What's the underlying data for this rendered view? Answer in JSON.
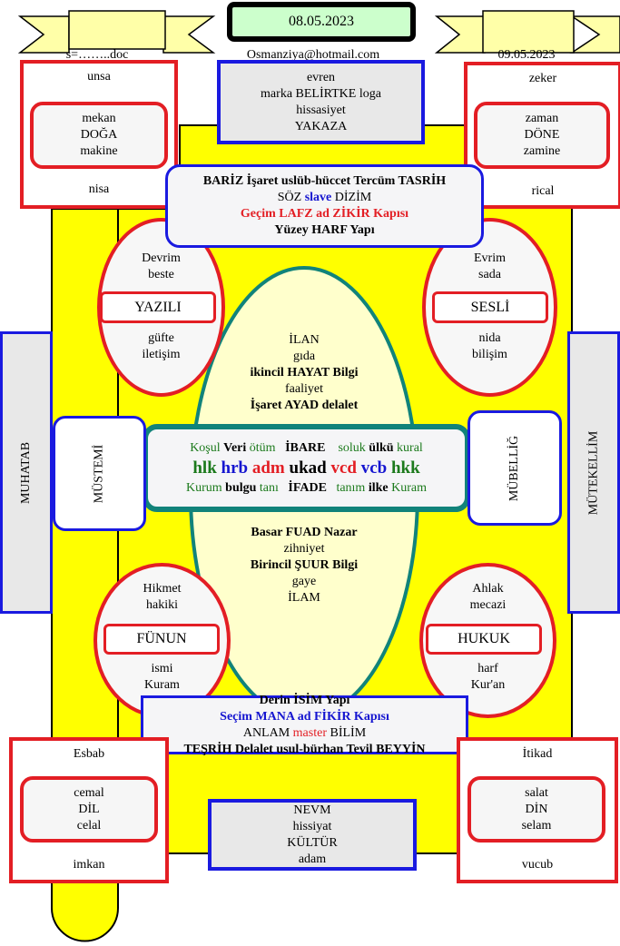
{
  "header": {
    "date_main": "08.05.2023",
    "left_caption": "s=……..doc",
    "email": "Osmanziya@hotmail.com",
    "right_date": "09.05.2023"
  },
  "top_left": {
    "top": "unsa",
    "inner": [
      "mekan",
      "DOĞA",
      "makine"
    ],
    "bottom": "nisa"
  },
  "top_right": {
    "top": "zeker",
    "inner": [
      "zaman",
      "DÖNE",
      "zamine"
    ],
    "bottom": "rical"
  },
  "top_center": [
    "evren",
    "marka BELİRTKE loga",
    "hissasiyet",
    "YAKAZA"
  ],
  "upper_box": {
    "l1": "BARİZ İşaret uslüb-hüccet Tercüm TASRİH",
    "l2a": "SÖZ",
    "l2b": "slave",
    "l2c": "DİZİM",
    "l3": "Geçim LAFZ ad ZİKİR Kapısı",
    "l4": "Yüzey HARF Yapı"
  },
  "ellipse_tl": {
    "top": [
      "Devrim",
      "beste"
    ],
    "label": "YAZILI",
    "bottom": [
      "güfte",
      "iletişim"
    ]
  },
  "ellipse_tr": {
    "top": [
      "Evrim",
      "sada"
    ],
    "label": "SESLİ",
    "bottom": [
      "nida",
      "bilişim"
    ]
  },
  "ellipse_bl": {
    "top": [
      "Hikmet",
      "hakiki"
    ],
    "label": "FÜNUN",
    "bottom": [
      "ismi",
      "Kuram"
    ]
  },
  "ellipse_br": {
    "top": [
      "Ahlak",
      "mecazi"
    ],
    "label": "HUKUK",
    "bottom": [
      "harf",
      "Kur'an"
    ]
  },
  "center_top": [
    "İLAN",
    "gıda",
    "ikincil HAYAT Bilgi",
    "faaliyet",
    "İşaret AYAD delalet"
  ],
  "center_bottom": [
    "Basar FUAD Nazar",
    "zihniyet",
    "Birincil ŞUUR Bilgi",
    "gaye",
    "İLAM"
  ],
  "core": {
    "row1": [
      "Koşul",
      "Veri",
      "ötüm",
      "İBARE",
      "soluk",
      "ülkü",
      "kural"
    ],
    "row2": [
      "hlk",
      "hrb",
      "adm",
      "ukad",
      "vcd",
      "vcb",
      "hkk"
    ],
    "row3": [
      "Kurum",
      "bulgu",
      "tanı",
      "İFADE",
      "tanım",
      "ilke",
      "Kuram"
    ]
  },
  "sides": {
    "muhatab": "MUHATAB",
    "mustemi": "MÜSTEMİ",
    "mubellig": "MÜBELLİĞ",
    "mutekellim": "MÜTEKELLİM"
  },
  "lower_box": {
    "l1": "Derin İSİM Yapı",
    "l2": "Seçim  MANA ad FİKİR Kapısı",
    "l3a": "ANLAM",
    "l3b": "master",
    "l3c": "BİLİM",
    "l4": "TEŞRİH Delalet usul-bürhan Tevil BEYYİN"
  },
  "bottom_left": {
    "top": "Esbab",
    "inner": [
      "cemal",
      "DİL",
      "celal"
    ],
    "bottom": "imkan"
  },
  "bottom_right": {
    "top": "İtikad",
    "inner": [
      "salat",
      "DİN",
      "selam"
    ],
    "bottom": "vucub"
  },
  "bottom_center": [
    "NEVM",
    "hissiyat",
    "KÜLTÜR",
    "adam"
  ],
  "colors": {
    "yellow": "#ffff00",
    "red": "#e31e24",
    "blue": "#1a1ae0",
    "teal": "#11837a",
    "green_box": "#ccffcc"
  }
}
